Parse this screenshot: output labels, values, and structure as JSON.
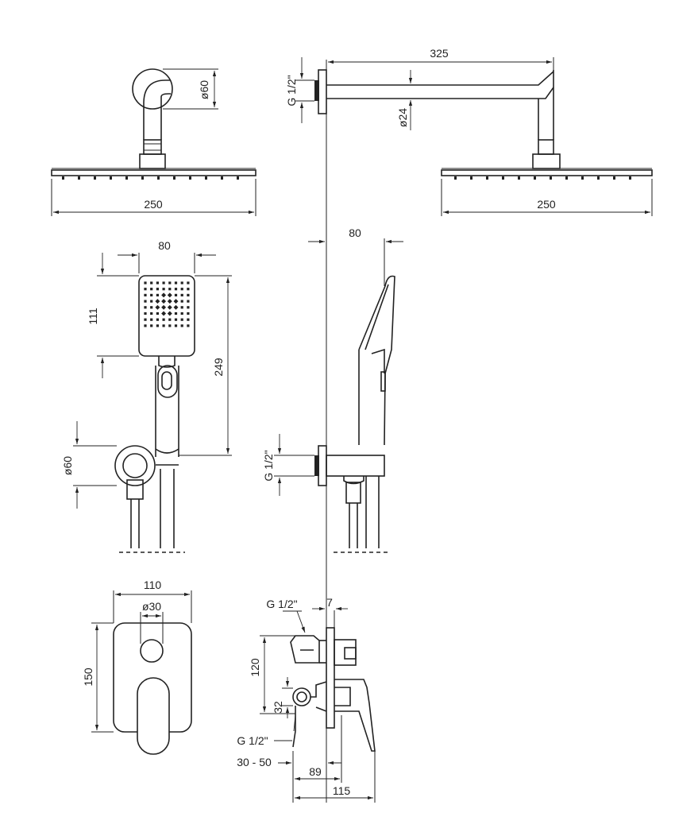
{
  "labels": {
    "arm_length": "325",
    "arm_diameter": "ø24",
    "flange_diameter_top": "ø60",
    "thread_top": "G 1/2\"",
    "head_width_front": "250",
    "head_width_side": "250",
    "hand_width": "80",
    "hand_head_height": "111",
    "hand_total_height": "249",
    "hand_side_offset": "80",
    "holder_diameter": "ø60",
    "thread_holder": "G 1/2\"",
    "plate_width": "110",
    "knob_diameter": "ø30",
    "plate_height": "150",
    "thread_valve_top": "G 1/2\"",
    "plate_thickness": "7",
    "valve_height": "120",
    "valve_port": "32",
    "thread_valve_bottom": "G 1/2\"",
    "wall_range": "30 - 50",
    "valve_depth": "89",
    "lever_depth": "115"
  },
  "colors": {
    "line": "#222222",
    "background": "#ffffff"
  }
}
